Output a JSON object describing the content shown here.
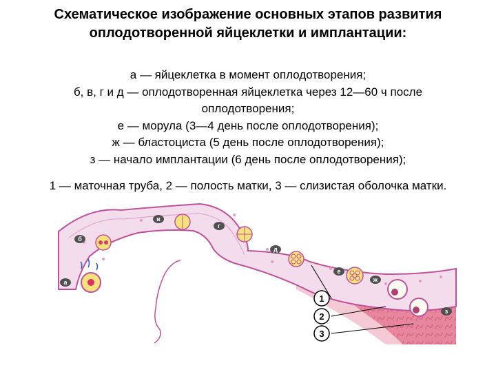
{
  "title": {
    "line1": "Схематическое изображение основных этапов развития",
    "line2": "оплодотворенной яйцеклетки и имплантации:"
  },
  "legend": [
    "а — яйцеклетка в момент оплодотворения;",
    "б, в, г и д — оплодотворенная яйцеклетка через 12—60 ч после",
    "оплодотворения;",
    "е — морула (3—4 день после оплодотворения);",
    "ж — бластоциста (5 день после оплодотворения);",
    "з — начало имплантации (6 день после оплодотворения);"
  ],
  "numbers_legend": "1 — маточная труба, 2 — полость матки, 3 — слизистая оболочка матки.",
  "figure": {
    "stage_labels": [
      "а",
      "б",
      "в",
      "г",
      "д",
      "е",
      "ж",
      "з"
    ],
    "number_labels": [
      "1",
      "2",
      "3"
    ],
    "colors": {
      "tube_fill": "#f3dcec",
      "tube_outline": "#c0509a",
      "tissue_bg": "#f5c9d4",
      "mucosa": "#e07890",
      "cell_yellow": "#f6e27a",
      "cell_pink": "#e898c8",
      "label_bubble": "#505050"
    }
  }
}
